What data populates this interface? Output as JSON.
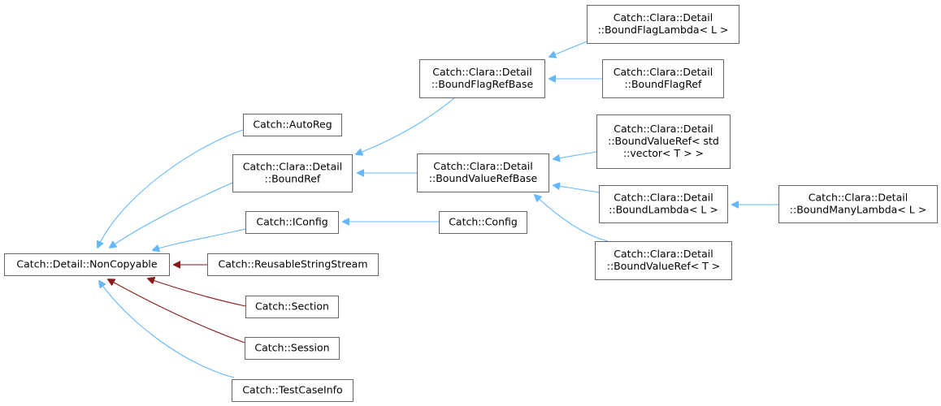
{
  "colors": {
    "public_inheritance": "#63b8ff",
    "private_inheritance": "#8b1a1a",
    "node_border": "#666666"
  },
  "nodes": {
    "noncopyable": [
      "Catch::Detail::NonCopyable"
    ],
    "autoreg": [
      "Catch::AutoReg"
    ],
    "boundref": [
      "Catch::Clara::Detail",
      "::BoundRef"
    ],
    "iconfig": [
      "Catch::IConfig"
    ],
    "reusable": [
      "Catch::ReusableStringStream"
    ],
    "section": [
      "Catch::Section"
    ],
    "session": [
      "Catch::Session"
    ],
    "testcaseinfo": [
      "Catch::TestCaseInfo"
    ],
    "boundflagrefbase": [
      "Catch::Clara::Detail",
      "::BoundFlagRefBase"
    ],
    "boundvaluerefbase": [
      "Catch::Clara::Detail",
      "::BoundValueRefBase"
    ],
    "config": [
      "Catch::Config"
    ],
    "boundflaglambda": [
      "Catch::Clara::Detail",
      "::BoundFlagLambda< L >"
    ],
    "boundflagref": [
      "Catch::Clara::Detail",
      "::BoundFlagRef"
    ],
    "boundvaluerefvector": [
      "Catch::Clara::Detail",
      "::BoundValueRef< std",
      "::vector< T > >"
    ],
    "boundlambda": [
      "Catch::Clara::Detail",
      "::BoundLambda< L >"
    ],
    "boundvaluereft": [
      "Catch::Clara::Detail",
      "::BoundValueRef< T >"
    ],
    "boundmanylambda": [
      "Catch::Clara::Detail",
      "::BoundManyLambda< L >"
    ]
  },
  "edges": [
    {
      "from": "autoreg",
      "to": "noncopyable",
      "kind": "public"
    },
    {
      "from": "boundref",
      "to": "noncopyable",
      "kind": "public"
    },
    {
      "from": "iconfig",
      "to": "noncopyable",
      "kind": "public"
    },
    {
      "from": "reusable",
      "to": "noncopyable",
      "kind": "private"
    },
    {
      "from": "section",
      "to": "noncopyable",
      "kind": "private"
    },
    {
      "from": "session",
      "to": "noncopyable",
      "kind": "private"
    },
    {
      "from": "testcaseinfo",
      "to": "noncopyable",
      "kind": "public"
    },
    {
      "from": "boundflagrefbase",
      "to": "boundref",
      "kind": "public"
    },
    {
      "from": "boundvaluerefbase",
      "to": "boundref",
      "kind": "public"
    },
    {
      "from": "config",
      "to": "iconfig",
      "kind": "public"
    },
    {
      "from": "boundflaglambda",
      "to": "boundflagrefbase",
      "kind": "public"
    },
    {
      "from": "boundflagref",
      "to": "boundflagrefbase",
      "kind": "public"
    },
    {
      "from": "boundvaluerefvector",
      "to": "boundvaluerefbase",
      "kind": "public"
    },
    {
      "from": "boundlambda",
      "to": "boundvaluerefbase",
      "kind": "public"
    },
    {
      "from": "boundvaluereft",
      "to": "boundvaluerefbase",
      "kind": "public"
    },
    {
      "from": "boundmanylambda",
      "to": "boundlambda",
      "kind": "public"
    }
  ]
}
